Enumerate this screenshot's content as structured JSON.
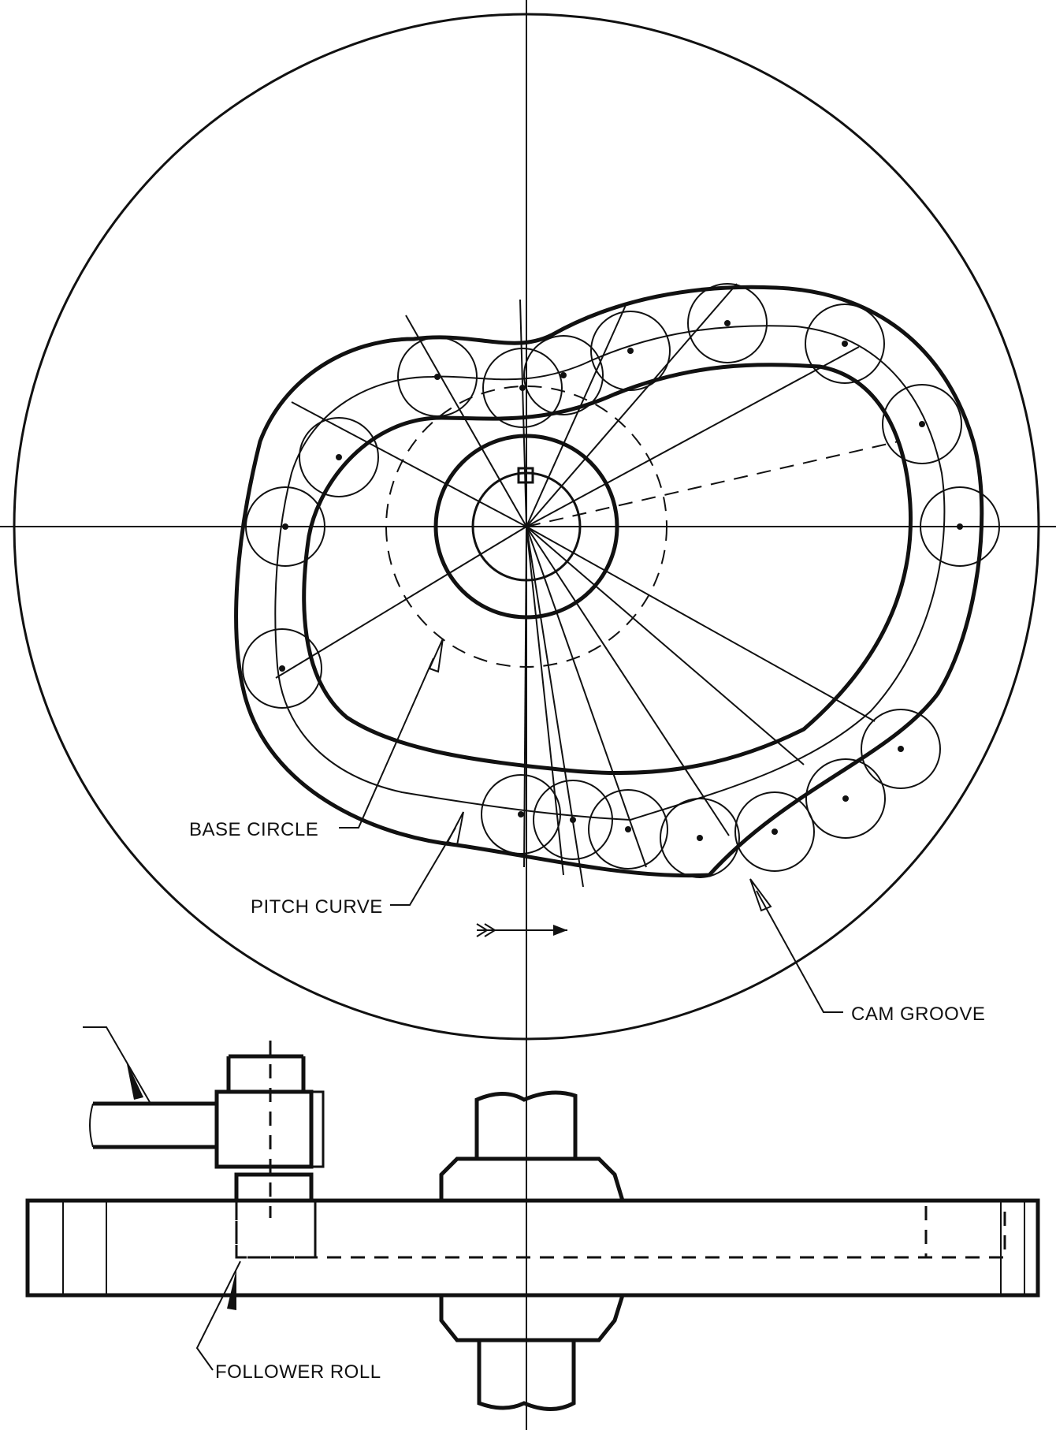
{
  "labels": {
    "base_circle": "BASE CIRCLE",
    "pitch_curve": "PITCH CURVE",
    "cam_groove": "CAM GROOVE",
    "follower_roll": "FOLLOWER ROLL"
  },
  "icons": {
    "rotation": "rotation-arrow-icon"
  },
  "colors": {
    "ink": "#111111",
    "paper": "#ffffff"
  }
}
